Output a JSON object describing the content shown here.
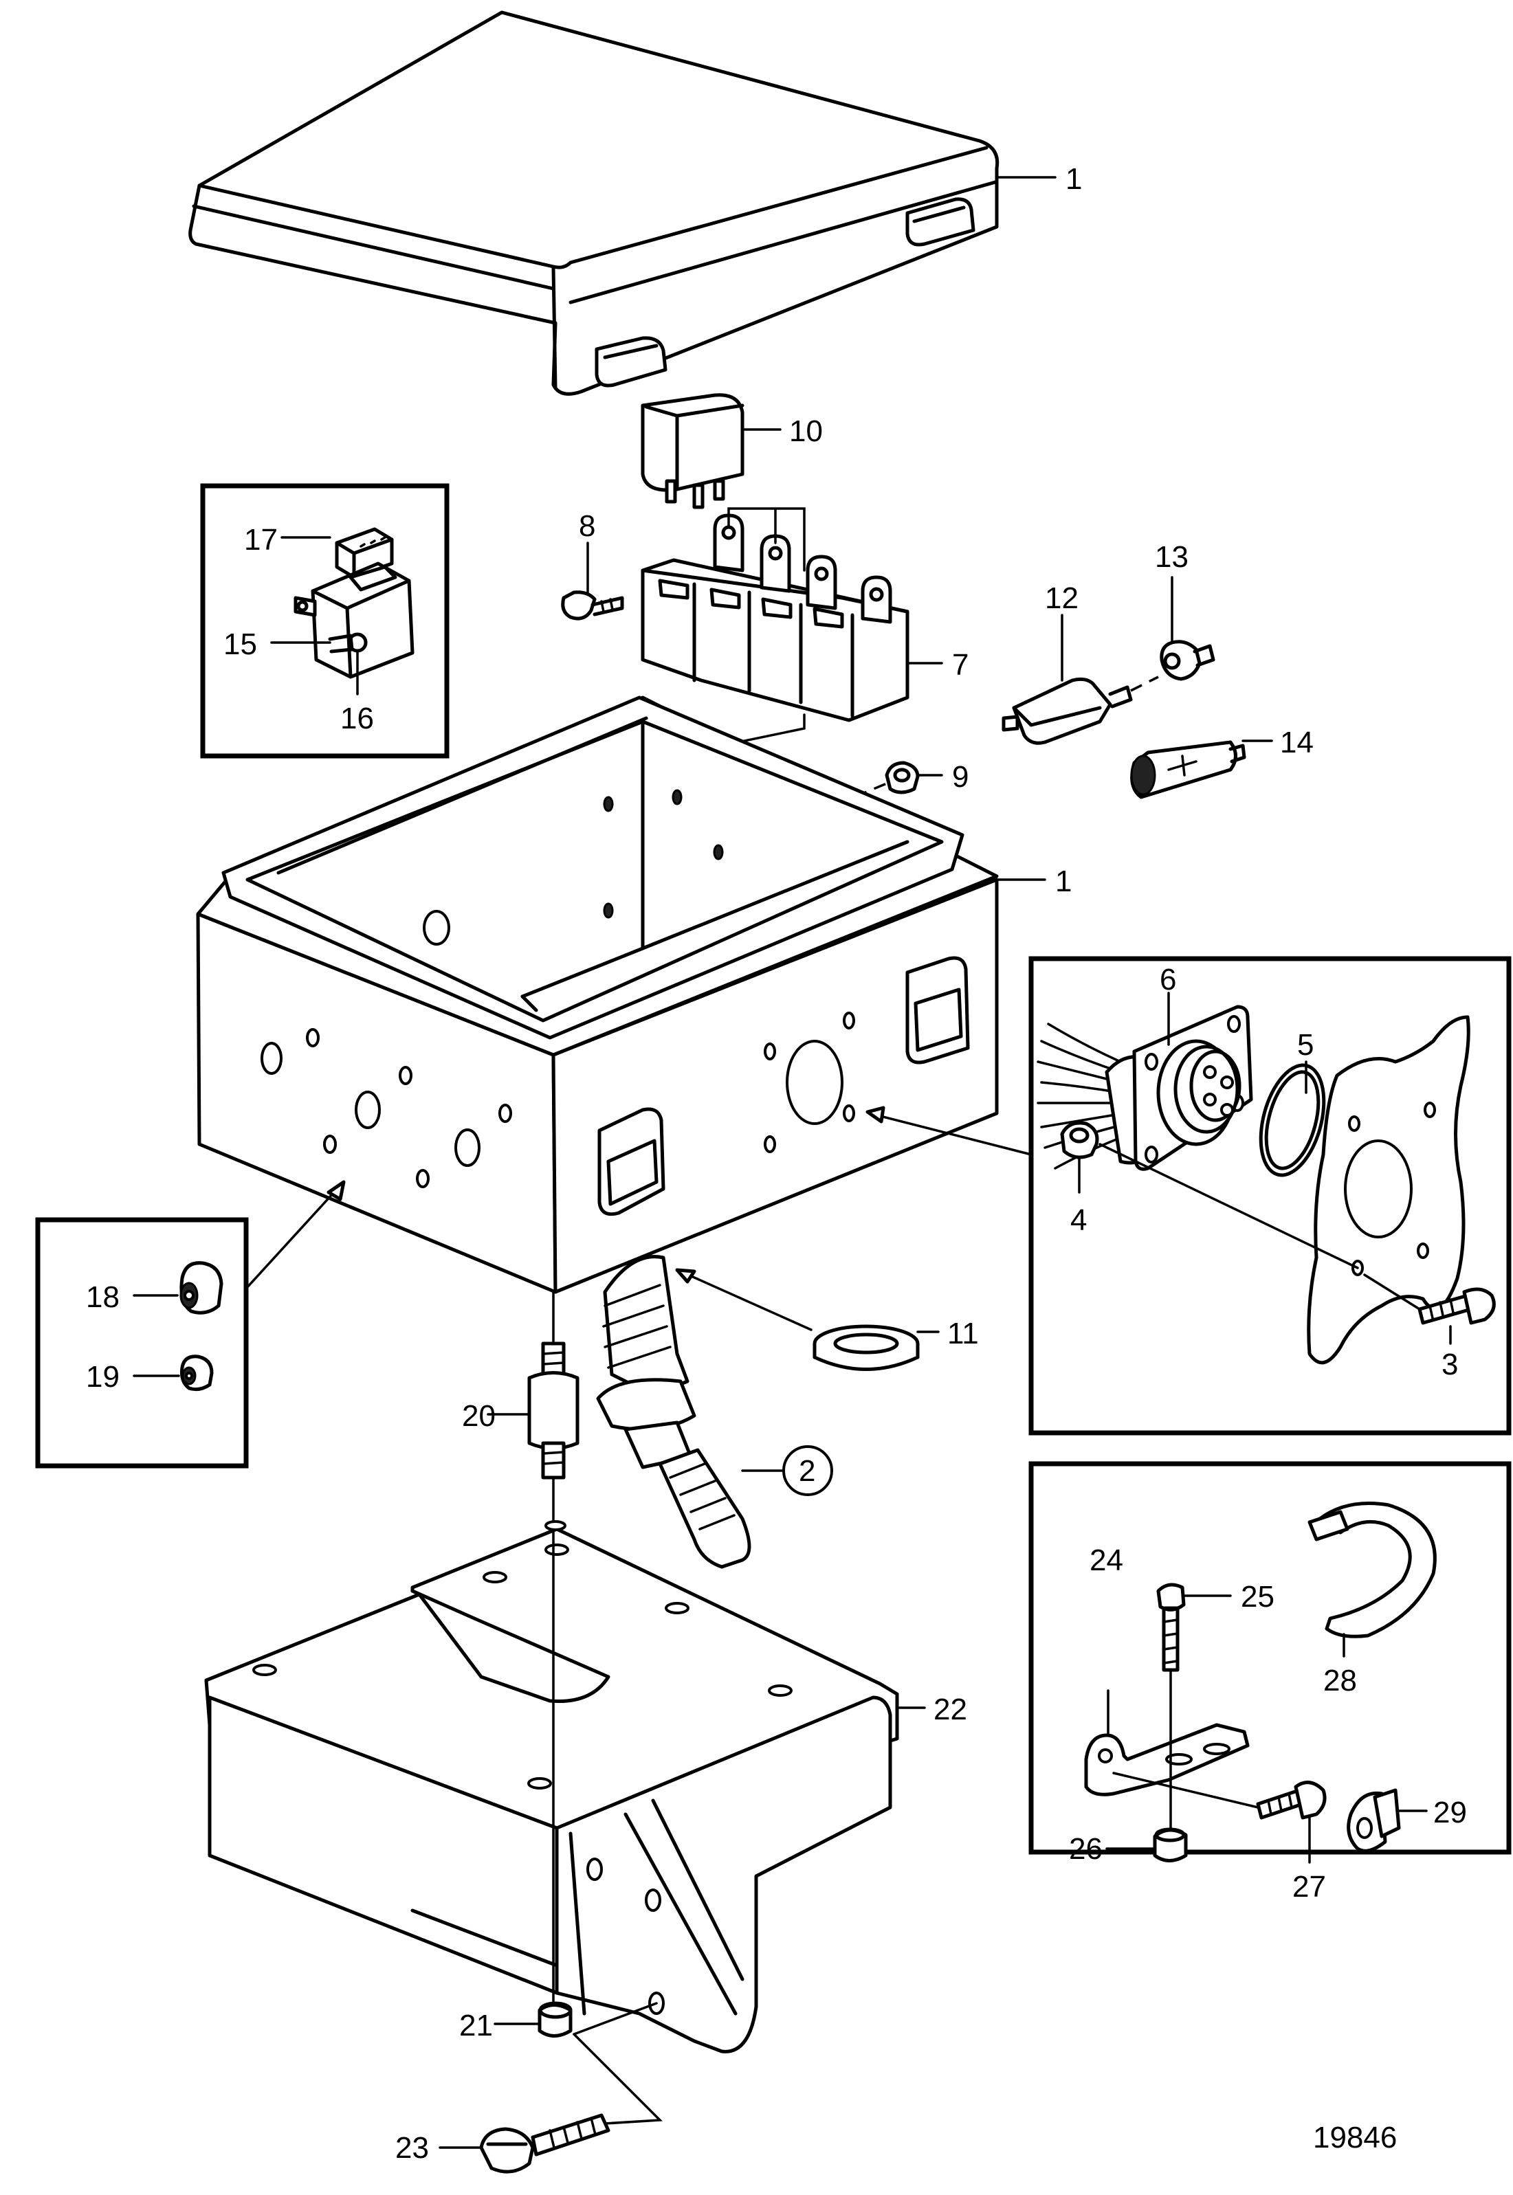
{
  "figure_number": "19846",
  "callouts": [
    {
      "id": "c1a",
      "label": "1"
    },
    {
      "id": "c1b",
      "label": "1"
    },
    {
      "id": "c2",
      "label": "2"
    },
    {
      "id": "c3",
      "label": "3"
    },
    {
      "id": "c4",
      "label": "4"
    },
    {
      "id": "c5",
      "label": "5"
    },
    {
      "id": "c6",
      "label": "6"
    },
    {
      "id": "c7",
      "label": "7"
    },
    {
      "id": "c8",
      "label": "8"
    },
    {
      "id": "c9",
      "label": "9"
    },
    {
      "id": "c10",
      "label": "10"
    },
    {
      "id": "c11",
      "label": "11"
    },
    {
      "id": "c12",
      "label": "12"
    },
    {
      "id": "c13",
      "label": "13"
    },
    {
      "id": "c14",
      "label": "14"
    },
    {
      "id": "c15",
      "label": "15"
    },
    {
      "id": "c16",
      "label": "16"
    },
    {
      "id": "c17",
      "label": "17"
    },
    {
      "id": "c18",
      "label": "18"
    },
    {
      "id": "c19",
      "label": "19"
    },
    {
      "id": "c20",
      "label": "20"
    },
    {
      "id": "c21",
      "label": "21"
    },
    {
      "id": "c22",
      "label": "22"
    },
    {
      "id": "c23",
      "label": "23"
    },
    {
      "id": "c24",
      "label": "24"
    },
    {
      "id": "c25",
      "label": "25"
    },
    {
      "id": "c26",
      "label": "26"
    },
    {
      "id": "c27",
      "label": "27"
    },
    {
      "id": "c28",
      "label": "28"
    },
    {
      "id": "c29",
      "label": "29"
    }
  ]
}
